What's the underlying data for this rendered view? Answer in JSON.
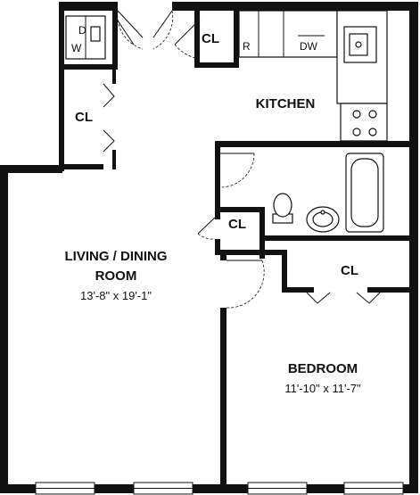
{
  "rooms": {
    "living": {
      "name_line1": "LIVING / DINING",
      "name_line2": "ROOM",
      "dims": "13'-8\" x 19'-1\""
    },
    "bedroom": {
      "name": "BEDROOM",
      "dims": "11'-10\" x 11'-7\""
    },
    "kitchen": {
      "name": "KITCHEN"
    }
  },
  "closets": {
    "label": "CL"
  },
  "appliances": {
    "washer": "W",
    "dryer": "D",
    "refrigerator": "R",
    "dishwasher": "DW"
  }
}
